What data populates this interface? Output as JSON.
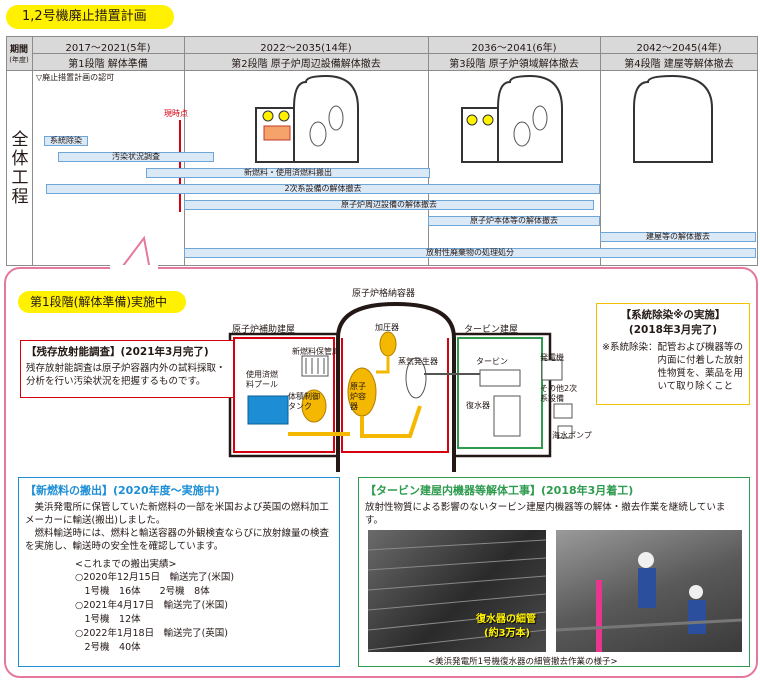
{
  "title": "1,2号機廃止措置計画",
  "schedule": {
    "header_period": "期間",
    "header_year": "(年度)",
    "phases": [
      {
        "years": "2017～2021(5年)",
        "name": "第1段階 解体準備"
      },
      {
        "years": "2022～2035(14年)",
        "name": "第2段階 原子炉周辺設備解体撤去"
      },
      {
        "years": "2036～2041(6年)",
        "name": "第3段階 原子炉領域解体撤去"
      },
      {
        "years": "2042～2045(4年)",
        "name": "第4段階 建屋等解体撤去"
      }
    ],
    "row_label": "全体工程",
    "approval_note": "▽廃止措置計画の認可",
    "now_label": "現時点",
    "bars": [
      "系統除染",
      "汚染状況調査",
      "新燃料・使用済燃料搬出",
      "2次系設備の解体撤去",
      "原子炉周辺設備の解体撤去",
      "原子炉本体等の解体撤去",
      "建屋等の解体撤去",
      "放射性廃棄物の処理処分"
    ]
  },
  "stage_label": "第1段階(解体準備)実施中",
  "diagram": {
    "containment": "原子炉格納容器",
    "aux_building": "原子炉補助建屋",
    "turbine_building": "タービン建屋",
    "new_fuel_storage": "新燃料保管庫",
    "spent_fuel_pool": "使用済燃料プール",
    "pressurizer": "加圧器",
    "steam_generator": "蒸気発生器",
    "reactor_vessel": "原子炉容器",
    "volume_control_tank": "体積制御タンク",
    "turbine": "タービン",
    "generator": "発電機",
    "condenser": "復水器",
    "other_secondary": "その他2次系設備",
    "seawater_pump": "海水ポンプ"
  },
  "residual": {
    "title": "【残存放射能調査】(2021年3月完了)",
    "text": "残存放射能調査は原子炉容器内外の試料採取・分析を行い汚染状況を把握するものです。"
  },
  "decon": {
    "title": "【系統除染※の実施】",
    "date": "(2018年3月完了)",
    "note_label": "※系統除染：",
    "note_text": "配管および機器等の内面に付着した放射性物質を、薬品を用いて取り除くこと"
  },
  "fuel": {
    "title": "【新燃料の搬出】(2020年度～実施中)",
    "text1": "美浜発電所に保管していた新燃料の一部を米国および英国の燃料加工メーカーに輸送(搬出)しました。",
    "text2": "燃料輸送時には、燃料と輸送容器の外観検査ならびに放射線量の検査を実施し、輸送時の安全性を確認しています。",
    "record_title": "<これまでの搬出実績>",
    "records": [
      "○2020年12月15日　輸送完了(米国)",
      "　1号機　16体　　2号機　8体",
      "○2021年4月17日　輸送完了(米国)",
      "　1号機　12体",
      "○2022年1月18日　輸送完了(英国)",
      "　2号機　40体"
    ]
  },
  "turbine_work": {
    "title": "【タービン建屋内機器等解体工事】(2018年3月着工)",
    "text": "放射性物質による影響のないタービン建屋内機器等の解体・撤去作業を継続しています。",
    "photo_label_1": "復水器の細管",
    "photo_label_2": "(約3万本)",
    "caption": "<美浜発電所1号機復水器の細管撤去作業の様子>"
  },
  "colors": {
    "accent_yellow": "#fff100",
    "panel_pink": "#e5799b",
    "red": "#d7000f",
    "blue": "#1d8ed6",
    "green": "#2e9b4e",
    "bar_fill": "#dbe9f7"
  }
}
